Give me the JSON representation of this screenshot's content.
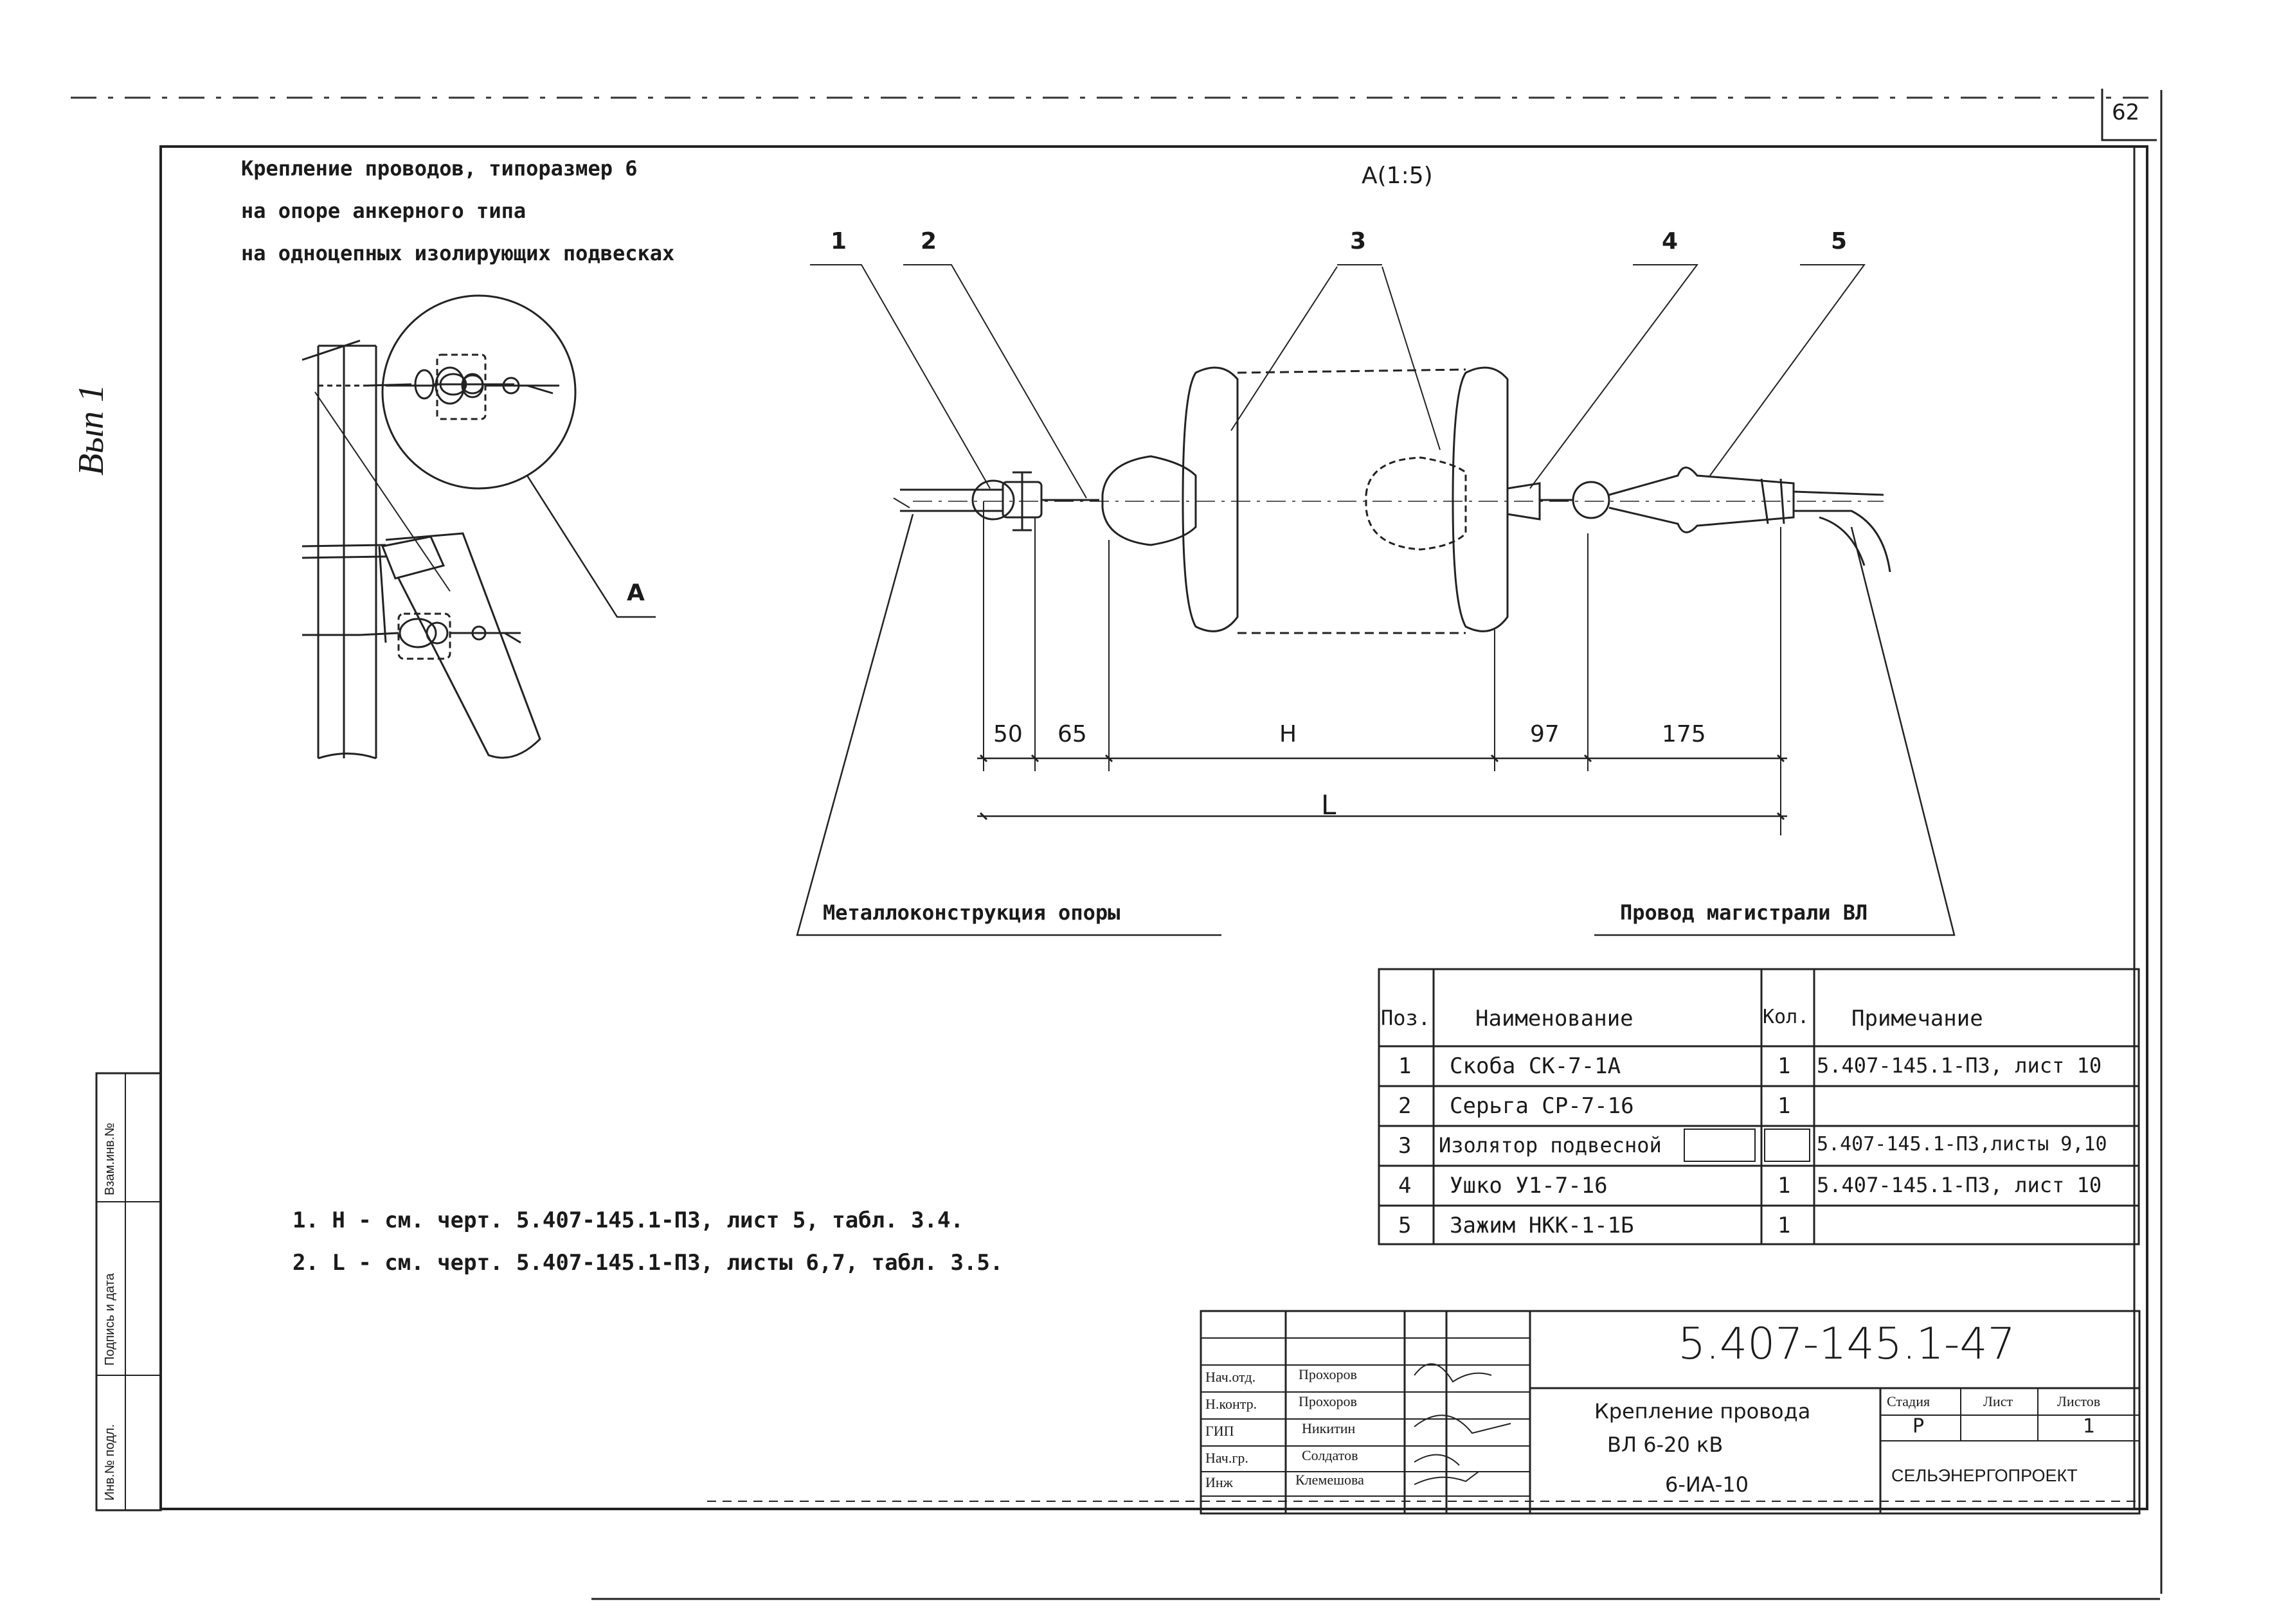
{
  "sheet": {
    "corner_number": "62",
    "vyp": "Вып 1",
    "view_label": "А(1:5)",
    "title_lines": [
      "Крепление проводов, типоразмер 6",
      "на опоре анкерного типа",
      "на одноцепных изолирующих подвесках"
    ]
  },
  "overview": {
    "callout_letter": "А"
  },
  "callouts": [
    "1",
    "2",
    "3",
    "4",
    "5"
  ],
  "dimensions": {
    "d50": "50",
    "d65": "65",
    "H": "H",
    "d97": "97",
    "d175": "175",
    "L": "L"
  },
  "labels": {
    "support": "Металлоконструкция опоры",
    "wire": "Провод магистрали ВЛ"
  },
  "notes": [
    "1. H - см. черт. 5.407-145.1-ПЗ, лист 5, табл. 3.4.",
    "2. L - см. черт. 5.407-145.1-ПЗ, листы 6,7, табл. 3.5."
  ],
  "spec_table": {
    "headers": [
      "Поз.",
      "Наименование",
      "Кол.",
      "Примечание"
    ],
    "rows": [
      {
        "pos": "1",
        "name": "Скоба СК-7-1А",
        "qty": "1",
        "note": "5.407-145.1-ПЗ, лист 10"
      },
      {
        "pos": "2",
        "name": "Серьга СР-7-16",
        "qty": "1",
        "note": ""
      },
      {
        "pos": "3",
        "name": "Изолятор подвесной",
        "qty": "",
        "note": "5.407-145.1-ПЗ,листы 9,10"
      },
      {
        "pos": "4",
        "name": "Ушко У1-7-16",
        "qty": "1",
        "note": "5.407-145.1-ПЗ, лист 10"
      },
      {
        "pos": "5",
        "name": "Зажим НКК-1-1Б",
        "qty": "1",
        "note": ""
      }
    ]
  },
  "title_block": {
    "doc_number": "5.407-145.1-47",
    "title_lines": [
      "Крепление провода",
      "ВЛ 6-20 кВ",
      "6-ИА-10"
    ],
    "stage_headers": [
      "Стадия",
      "Лист",
      "Листов"
    ],
    "stage_values": [
      "Р",
      "",
      "1"
    ],
    "org": "СЕЛЬЭНЕРГОПРОЕКТ",
    "signatures": [
      {
        "role": "Нач.отд.",
        "name": "Прохоров"
      },
      {
        "role": "Н.контр.",
        "name": "Прохоров"
      },
      {
        "role": "ГИП",
        "name": "Никитин"
      },
      {
        "role": "Нач.гр.",
        "name": "Солдатов"
      },
      {
        "role": "Инж",
        "name": "Клемешова"
      }
    ]
  },
  "side_stamp": [
    "Инв.№ подл.",
    "Подпись и дата",
    "Взам.инв.№"
  ]
}
